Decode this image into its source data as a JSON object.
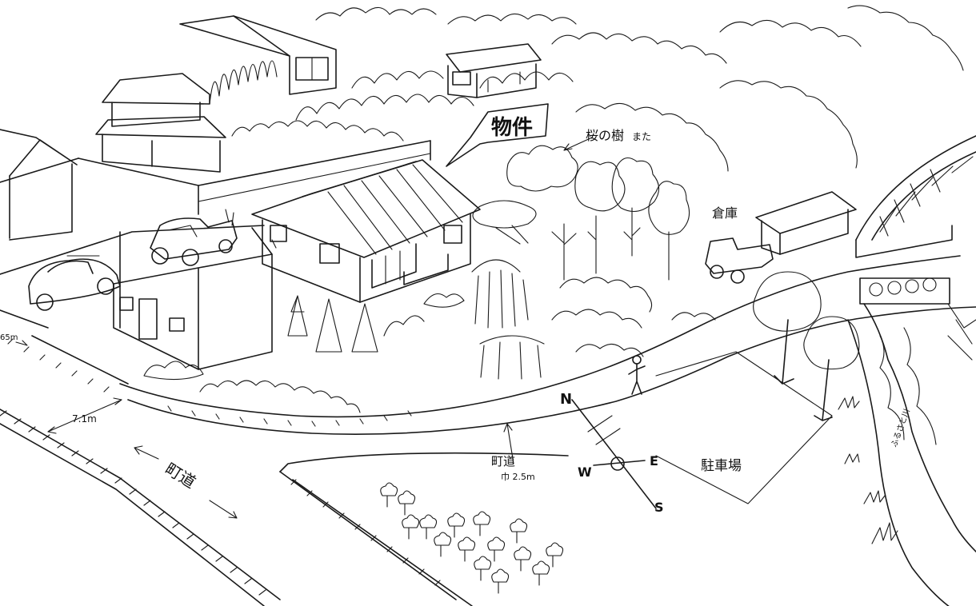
{
  "labels": {
    "property": "物件",
    "sakura": "桜の樹",
    "sakura_note": "また",
    "warehouse": "倉庫",
    "parking": "駐車場",
    "town_road_main": "町道",
    "town_road_side": "町道",
    "road_width": "巾 2.5m",
    "dim_width": "7.1m",
    "dim_left": "65m",
    "river_note": "ふるさと川"
  },
  "compass": {
    "north": "N",
    "south": "S",
    "east": "E",
    "west": "W"
  },
  "colors": {
    "ink": "#1a1a1a",
    "paper": "#ffffff"
  }
}
